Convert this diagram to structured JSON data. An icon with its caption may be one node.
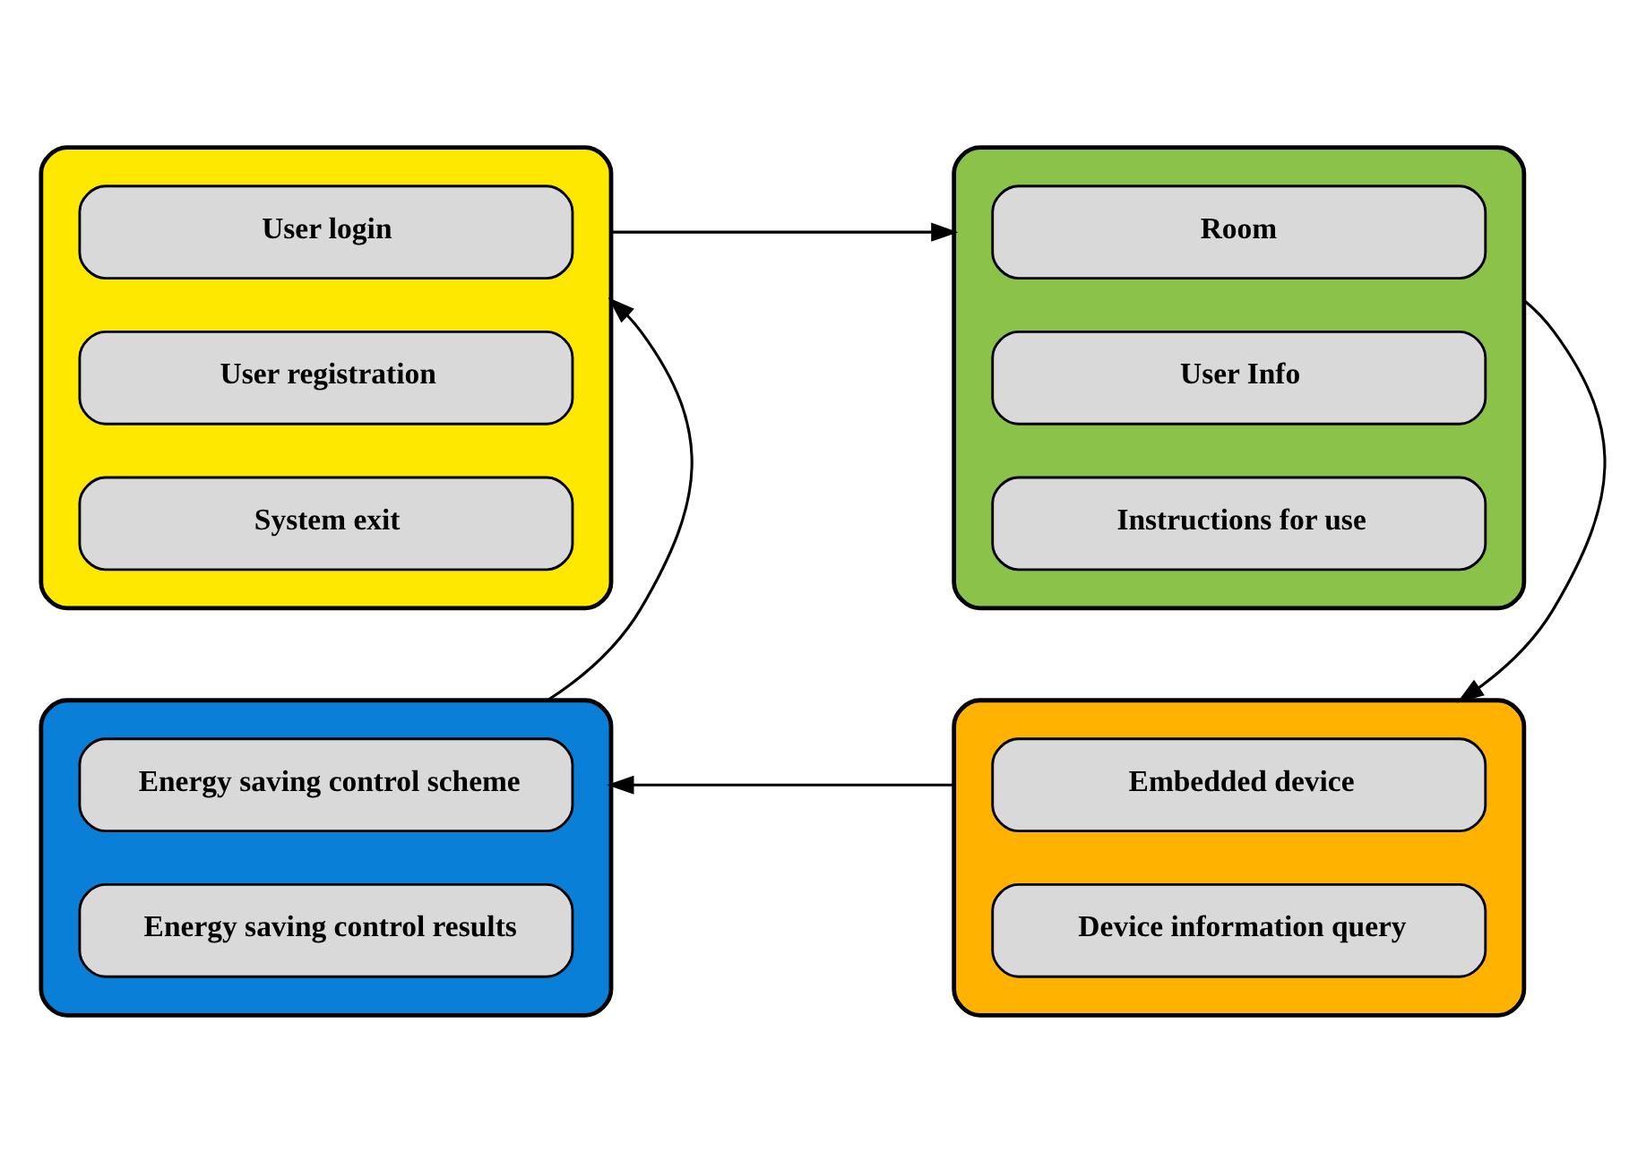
{
  "diagram": {
    "nodes": [
      {
        "text": [],
        "shape": "box"
      },
      {
        "text": [
          "User login"
        ],
        "in": 0
      },
      {
        "text": [
          "User registration"
        ],
        "in": 0
      },
      {
        "text": [
          "System exit"
        ],
        "in": 0
      },
      {
        "text": [],
        "shape": "box"
      },
      {
        "text": [
          "Room"
        ],
        "in": 4
      },
      {
        "text": [
          "User Info"
        ],
        "in": 4
      },
      {
        "text": [
          "Instructions for use"
        ],
        "in": 4
      },
      {
        "text": [],
        "shape": "box"
      },
      {
        "text": [
          "Energy saving control scheme"
        ],
        "in": 8
      },
      {
        "text": [
          "Energy saving control results"
        ],
        "in": 8
      },
      {
        "text": [],
        "shape": "box"
      },
      {
        "text": [
          "Embedded device"
        ],
        "in": 11
      },
      {
        "text": [
          "Device information query"
        ],
        "in": 11
      }
    ],
    "edges": [
      {
        "from": 0,
        "to": 4,
        "arrow": "to"
      },
      {
        "from": 4,
        "to": 11,
        "arrow": "to"
      },
      {
        "from": 11,
        "to": 8,
        "arrow": "to"
      },
      {
        "from": 8,
        "to": 0,
        "arrow": "to"
      }
    ]
  }
}
